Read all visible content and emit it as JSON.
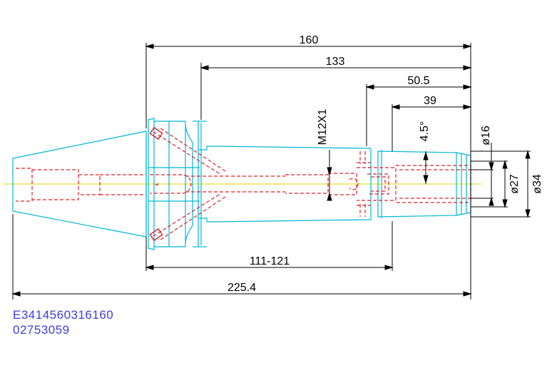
{
  "colors": {
    "outline": "#00b7d6",
    "hidden": "#e0202a",
    "centerline": "#e6d600",
    "dimension": "#000000",
    "part_number": "#3d3ddc"
  },
  "dimensions": {
    "d160": "160",
    "d133": "133",
    "d50_5": "50.5",
    "d39": "39",
    "angle": "4.5°",
    "thread": "M12X1",
    "dia16": "ø16",
    "dia27": "ø27",
    "dia34": "ø34",
    "range": "111-121",
    "overall": "225.4"
  },
  "part": {
    "code": "E3414560316160",
    "number": "02753059"
  }
}
